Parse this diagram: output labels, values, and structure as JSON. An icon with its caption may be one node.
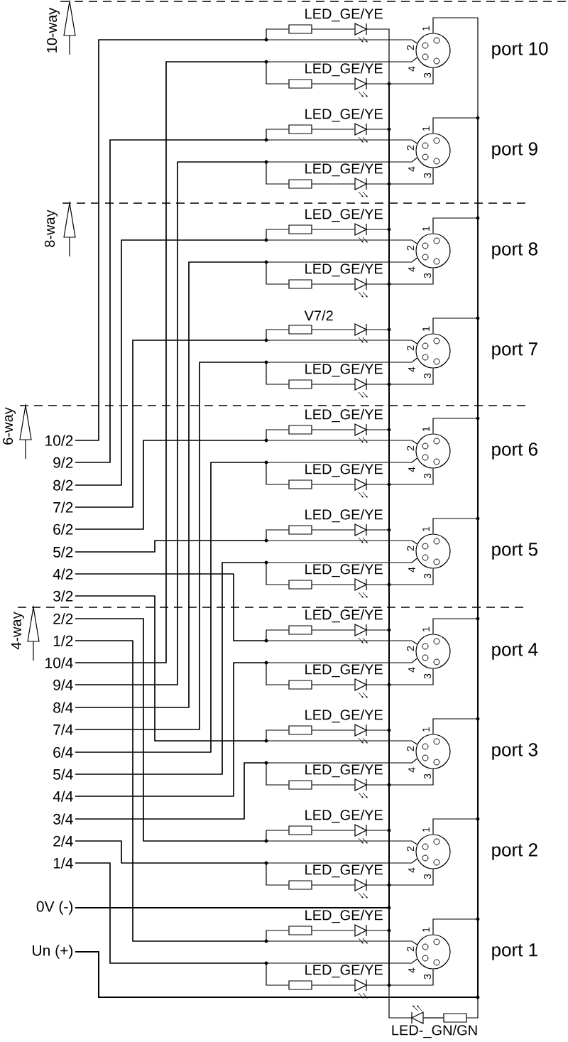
{
  "diagram": {
    "nodes": [
      {
        "text": [],
        "shape": "circle",
        "beside": [
          "1",
          "2",
          "4",
          "3",
          "port 10"
        ]
      },
      {
        "text": [],
        "shape": "circle",
        "beside": [
          "1",
          "2",
          "4",
          "3",
          "port 9"
        ]
      },
      {
        "text": [],
        "shape": "circle",
        "beside": [
          "1",
          "2",
          "4",
          "3",
          "port 8"
        ]
      },
      {
        "text": [],
        "shape": "circle",
        "beside": [
          "1",
          "2",
          "4",
          "3",
          "port 7"
        ]
      },
      {
        "text": [],
        "shape": "circle",
        "beside": [
          "1",
          "2",
          "4",
          "3",
          "port 6"
        ]
      },
      {
        "text": [],
        "shape": "circle",
        "beside": [
          "1",
          "2",
          "4",
          "3",
          "port 5"
        ]
      },
      {
        "text": [],
        "shape": "circle",
        "beside": [
          "1",
          "2",
          "4",
          "3",
          "port 4"
        ]
      },
      {
        "text": [],
        "shape": "circle",
        "beside": [
          "1",
          "2",
          "4",
          "3",
          "port 3"
        ]
      },
      {
        "text": [],
        "shape": "circle",
        "beside": [
          "1",
          "2",
          "4",
          "3",
          "port 2"
        ]
      },
      {
        "text": [],
        "shape": "circle",
        "beside": [
          "1",
          "2",
          "4",
          "3",
          "port 1"
        ]
      },
      {
        "text": [
          "10/2"
        ]
      },
      {
        "text": [
          "9/2"
        ]
      },
      {
        "text": [
          "8/2"
        ]
      },
      {
        "text": [
          "7/2"
        ]
      },
      {
        "text": [
          "6/2"
        ]
      },
      {
        "text": [
          "5/2"
        ]
      },
      {
        "text": [
          "4/2"
        ]
      },
      {
        "text": [
          "3/2"
        ]
      },
      {
        "text": [
          "2/2"
        ]
      },
      {
        "text": [
          "1/2"
        ]
      },
      {
        "text": [
          "10/4"
        ]
      },
      {
        "text": [
          "9/4"
        ]
      },
      {
        "text": [
          "8/4"
        ]
      },
      {
        "text": [
          "7/4"
        ]
      },
      {
        "text": [
          "6/4"
        ]
      },
      {
        "text": [
          "5/4"
        ]
      },
      {
        "text": [
          "4/4"
        ]
      },
      {
        "text": [
          "3/4"
        ]
      },
      {
        "text": [
          "2/4"
        ]
      },
      {
        "text": [
          "1/4"
        ]
      },
      {
        "text": [
          "0V (-)"
        ]
      },
      {
        "text": [
          "Un (+)"
        ]
      },
      {
        "text": [],
        "shape": "box"
      },
      {
        "text": [
          "LED_GE/YE"
        ]
      },
      {
        "text": [],
        "shape": "box"
      },
      {
        "text": [
          "LED_GE/YE"
        ]
      },
      {
        "text": [],
        "shape": "box"
      },
      {
        "text": [
          "LED_GE/YE"
        ]
      },
      {
        "text": [],
        "shape": "box"
      },
      {
        "text": [
          "LED_GE/YE"
        ]
      },
      {
        "text": [],
        "shape": "box"
      },
      {
        "text": [
          "LED_GE/YE"
        ]
      },
      {
        "text": [],
        "shape": "box"
      },
      {
        "text": [
          "LED_GE/YE"
        ]
      },
      {
        "text": [],
        "shape": "box"
      },
      {
        "text": [
          "V7/2"
        ]
      },
      {
        "text": [],
        "shape": "box"
      },
      {
        "text": [
          "LED_GE/YE"
        ]
      },
      {
        "text": [],
        "shape": "box"
      },
      {
        "text": [
          "LED_GE/YE"
        ]
      },
      {
        "text": [],
        "shape": "box"
      },
      {
        "text": [
          "LED_GE/YE"
        ]
      },
      {
        "text": [],
        "shape": "box"
      },
      {
        "text": [
          "LED_GE/YE"
        ]
      },
      {
        "text": [],
        "shape": "box"
      },
      {
        "text": [
          "LED_GE/YE"
        ]
      },
      {
        "text": [],
        "shape": "box"
      },
      {
        "text": [
          "LED_GE/YE"
        ]
      },
      {
        "text": [],
        "shape": "box"
      },
      {
        "text": [
          "LED_GE/YE"
        ]
      },
      {
        "text": [],
        "shape": "box"
      },
      {
        "text": [
          "LED_GE/YE"
        ]
      },
      {
        "text": [],
        "shape": "box"
      },
      {
        "text": [
          "LED_GE/YE"
        ]
      },
      {
        "text": [],
        "shape": "box"
      },
      {
        "text": [
          "LED_GE/YE"
        ]
      },
      {
        "text": [],
        "shape": "box"
      },
      {
        "text": [
          "LED_GE/YE"
        ]
      },
      {
        "text": [],
        "shape": "box"
      },
      {
        "text": [
          "LED_GE/YE"
        ]
      },
      {
        "text": [],
        "shape": "box"
      },
      {
        "text": [
          "LED_GE/YE"
        ]
      },
      {
        "text": [
          "LED-_GN/GN"
        ]
      },
      {
        "text": [],
        "shape": "box"
      }
    ],
    "edges": [
      {
        "from": 10,
        "to": 0,
        "arrow": "none"
      },
      {
        "from": 11,
        "to": 1,
        "arrow": "none"
      },
      {
        "from": 12,
        "to": 2,
        "arrow": "none"
      },
      {
        "from": 13,
        "to": 3,
        "arrow": "none"
      },
      {
        "from": 14,
        "to": 4,
        "arrow": "none"
      },
      {
        "from": 15,
        "to": 5,
        "arrow": "none"
      },
      {
        "from": 16,
        "to": 6,
        "arrow": "none"
      },
      {
        "from": 17,
        "to": 7,
        "arrow": "none"
      },
      {
        "from": 18,
        "to": 8,
        "arrow": "none"
      },
      {
        "from": 19,
        "to": 9,
        "arrow": "none"
      },
      {
        "from": 20,
        "to": 0,
        "arrow": "none"
      },
      {
        "from": 21,
        "to": 1,
        "arrow": "none"
      },
      {
        "from": 22,
        "to": 2,
        "arrow": "none"
      },
      {
        "from": 23,
        "to": 3,
        "arrow": "none"
      },
      {
        "from": 24,
        "to": 4,
        "arrow": "none"
      },
      {
        "from": 25,
        "to": 5,
        "arrow": "none"
      },
      {
        "from": 26,
        "to": 6,
        "arrow": "none"
      },
      {
        "from": 27,
        "to": 7,
        "arrow": "none"
      },
      {
        "from": 28,
        "to": 8,
        "arrow": "none"
      },
      {
        "from": 29,
        "to": 9,
        "arrow": "none"
      },
      {
        "from": 30,
        "to": 0,
        "arrow": "none"
      },
      {
        "from": 30,
        "to": 1,
        "arrow": "none"
      },
      {
        "from": 30,
        "to": 2,
        "arrow": "none"
      },
      {
        "from": 30,
        "to": 3,
        "arrow": "none"
      },
      {
        "from": 30,
        "to": 4,
        "arrow": "none"
      },
      {
        "from": 30,
        "to": 5,
        "arrow": "none"
      },
      {
        "from": 30,
        "to": 6,
        "arrow": "none"
      },
      {
        "from": 30,
        "to": 7,
        "arrow": "none"
      },
      {
        "from": 30,
        "to": 8,
        "arrow": "none"
      },
      {
        "from": 30,
        "to": 9,
        "arrow": "none"
      },
      {
        "from": 31,
        "to": 0,
        "arrow": "none"
      },
      {
        "from": 31,
        "to": 1,
        "arrow": "none"
      },
      {
        "from": 31,
        "to": 2,
        "arrow": "none"
      },
      {
        "from": 31,
        "to": 3,
        "arrow": "none"
      },
      {
        "from": 31,
        "to": 4,
        "arrow": "none"
      },
      {
        "from": 31,
        "to": 5,
        "arrow": "none"
      },
      {
        "from": 31,
        "to": 6,
        "arrow": "none"
      },
      {
        "from": 31,
        "to": 7,
        "arrow": "none"
      },
      {
        "from": 31,
        "to": 8,
        "arrow": "none"
      },
      {
        "from": 31,
        "to": 9,
        "arrow": "none"
      },
      {
        "from": 10,
        "to": 32,
        "arrow": "none"
      },
      {
        "from": 11,
        "to": 36,
        "arrow": "none"
      },
      {
        "from": 12,
        "to": 40,
        "arrow": "none"
      },
      {
        "from": 13,
        "to": 44,
        "arrow": "none"
      },
      {
        "from": 14,
        "to": 48,
        "arrow": "none"
      },
      {
        "from": 15,
        "to": 52,
        "arrow": "none"
      },
      {
        "from": 16,
        "to": 56,
        "arrow": "none"
      },
      {
        "from": 17,
        "to": 60,
        "arrow": "none"
      },
      {
        "from": 18,
        "to": 64,
        "arrow": "none"
      },
      {
        "from": 19,
        "to": 68,
        "arrow": "none"
      },
      {
        "from": 20,
        "to": 34,
        "arrow": "none"
      },
      {
        "from": 21,
        "to": 38,
        "arrow": "none"
      },
      {
        "from": 22,
        "to": 42,
        "arrow": "none"
      },
      {
        "from": 23,
        "to": 46,
        "arrow": "none"
      },
      {
        "from": 24,
        "to": 50,
        "arrow": "none"
      },
      {
        "from": 25,
        "to": 54,
        "arrow": "none"
      },
      {
        "from": 26,
        "to": 58,
        "arrow": "none"
      },
      {
        "from": 27,
        "to": 62,
        "arrow": "none"
      },
      {
        "from": 28,
        "to": 66,
        "arrow": "none"
      },
      {
        "from": 29,
        "to": 70,
        "arrow": "none"
      },
      {
        "from": 32,
        "to": 33,
        "arrow": "none"
      },
      {
        "from": 34,
        "to": 35,
        "arrow": "none"
      },
      {
        "from": 36,
        "to": 37,
        "arrow": "none"
      },
      {
        "from": 38,
        "to": 39,
        "arrow": "none"
      },
      {
        "from": 40,
        "to": 41,
        "arrow": "none"
      },
      {
        "from": 42,
        "to": 43,
        "arrow": "none"
      },
      {
        "from": 44,
        "to": 45,
        "arrow": "none"
      },
      {
        "from": 46,
        "to": 47,
        "arrow": "none"
      },
      {
        "from": 48,
        "to": 49,
        "arrow": "none"
      },
      {
        "from": 50,
        "to": 51,
        "arrow": "none"
      },
      {
        "from": 52,
        "to": 53,
        "arrow": "none"
      },
      {
        "from": 54,
        "to": 55,
        "arrow": "none"
      },
      {
        "from": 56,
        "to": 57,
        "arrow": "none"
      },
      {
        "from": 58,
        "to": 59,
        "arrow": "none"
      },
      {
        "from": 60,
        "to": 61,
        "arrow": "none"
      },
      {
        "from": 62,
        "to": 63,
        "arrow": "none"
      },
      {
        "from": 64,
        "to": 65,
        "arrow": "none"
      },
      {
        "from": 66,
        "to": 67,
        "arrow": "none"
      },
      {
        "from": 68,
        "to": 69,
        "arrow": "none"
      },
      {
        "from": 70,
        "to": 71,
        "arrow": "none"
      },
      {
        "from": 33,
        "to": 30,
        "arrow": "none"
      },
      {
        "from": 35,
        "to": 30,
        "arrow": "none"
      },
      {
        "from": 37,
        "to": 30,
        "arrow": "none"
      },
      {
        "from": 39,
        "to": 30,
        "arrow": "none"
      },
      {
        "from": 41,
        "to": 30,
        "arrow": "none"
      },
      {
        "from": 43,
        "to": 30,
        "arrow": "none"
      },
      {
        "from": 45,
        "to": 30,
        "arrow": "none"
      },
      {
        "from": 47,
        "to": 30,
        "arrow": "none"
      },
      {
        "from": 49,
        "to": 30,
        "arrow": "none"
      },
      {
        "from": 51,
        "to": 30,
        "arrow": "none"
      },
      {
        "from": 53,
        "to": 30,
        "arrow": "none"
      },
      {
        "from": 55,
        "to": 30,
        "arrow": "none"
      },
      {
        "from": 57,
        "to": 30,
        "arrow": "none"
      },
      {
        "from": 59,
        "to": 30,
        "arrow": "none"
      },
      {
        "from": 61,
        "to": 30,
        "arrow": "none"
      },
      {
        "from": 63,
        "to": 30,
        "arrow": "none"
      },
      {
        "from": 65,
        "to": 30,
        "arrow": "none"
      },
      {
        "from": 67,
        "to": 30,
        "arrow": "none"
      },
      {
        "from": 69,
        "to": 30,
        "arrow": "none"
      },
      {
        "from": 71,
        "to": 30,
        "arrow": "none"
      },
      {
        "from": 31,
        "to": 73,
        "arrow": "none"
      },
      {
        "from": 73,
        "to": 72,
        "arrow": "none"
      },
      {
        "from": 72,
        "to": 30,
        "arrow": "none"
      }
    ],
    "labels": [
      "10-way",
      "8-way",
      "6-way",
      "4-way"
    ]
  }
}
